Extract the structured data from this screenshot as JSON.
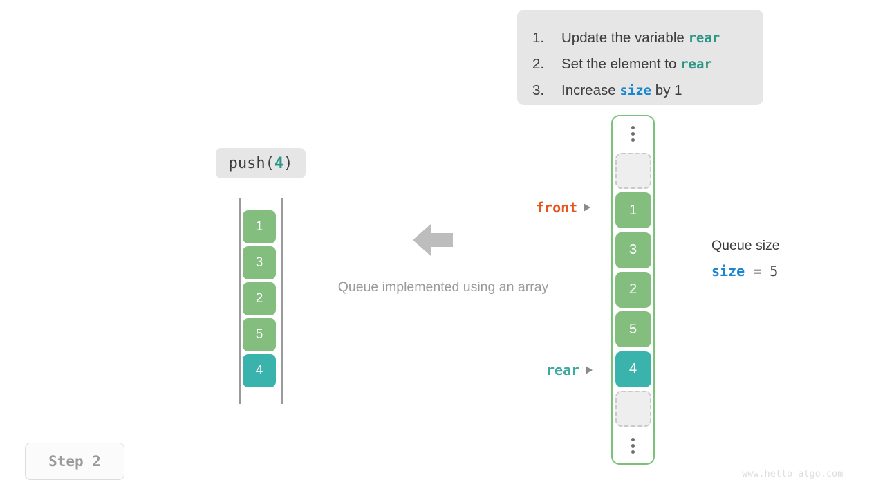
{
  "instructions": {
    "items": [
      {
        "num": "1.",
        "pre": "Update the variable ",
        "kw": "rear",
        "kw_kind": "rear",
        "post": ""
      },
      {
        "num": "2.",
        "pre": "Set the element to ",
        "kw": "rear",
        "kw_kind": "rear",
        "post": ""
      },
      {
        "num": "3.",
        "pre": "Increase ",
        "kw": "size",
        "kw_kind": "size",
        "post": " by 1"
      }
    ]
  },
  "operation": {
    "name": "push(",
    "arg": "4",
    "close": ")"
  },
  "left_array": {
    "cells": [
      {
        "value": "1",
        "style": "green"
      },
      {
        "value": "3",
        "style": "green"
      },
      {
        "value": "2",
        "style": "green"
      },
      {
        "value": "5",
        "style": "green"
      },
      {
        "value": "4",
        "style": "teal"
      }
    ]
  },
  "center": {
    "caption": "Queue implemented using an array",
    "arrow_direction": "left"
  },
  "right_array": {
    "cells": [
      {
        "value": "1",
        "style": "green"
      },
      {
        "value": "3",
        "style": "green"
      },
      {
        "value": "2",
        "style": "green"
      },
      {
        "value": "5",
        "style": "green"
      },
      {
        "value": "4",
        "style": "teal"
      }
    ]
  },
  "pointers": {
    "front": "front",
    "rear": "rear"
  },
  "queue_size": {
    "title": "Queue size",
    "var": "size",
    "expr": " = 5",
    "value": "5"
  },
  "step": {
    "label": "Step 2"
  },
  "watermark": "www.hello-algo.com",
  "colors": {
    "green": "#84be7f",
    "teal": "#3ab3ac",
    "front": "#e8561d",
    "rear": "#3fa9a0",
    "size": "#1b86d0",
    "card_bg": "#e6e6e6",
    "array_border": "#7cc17a"
  }
}
